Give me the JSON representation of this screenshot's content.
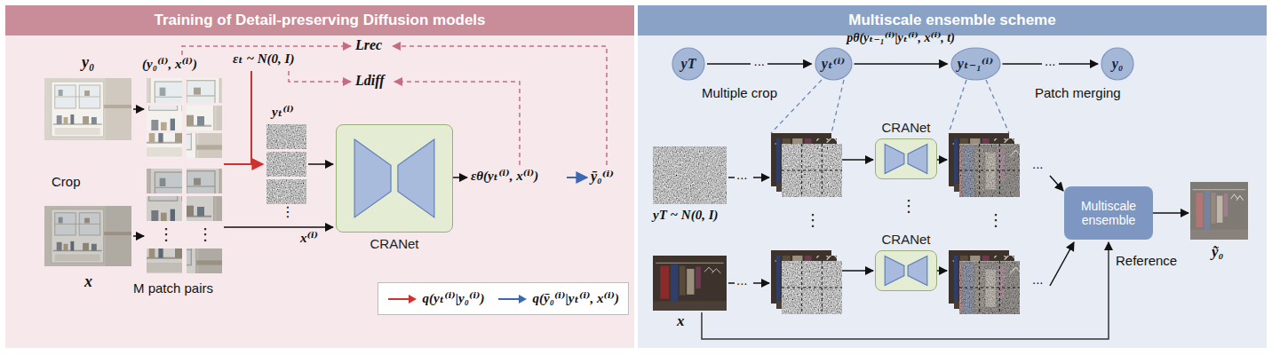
{
  "diagram": {
    "nodes": [
      {
        "text": [
          "Training of Detail-preserving Diffusion models"
        ]
      },
      {
        "text": [
          "Multiscale ensemble scheme"
        ]
      },
      {
        "text": [
          "CRANet"
        ]
      },
      {
        "text": [
          "yT"
        ]
      },
      {
        "text": [
          "yₜ⁽ⁱ⁾"
        ]
      },
      {
        "text": [
          "yₜ₋₁⁽ⁱ⁾"
        ]
      },
      {
        "text": [
          "y₀"
        ]
      },
      {
        "text": [
          "CRANet"
        ]
      },
      {
        "text": [
          "CRANet"
        ]
      },
      {
        "text": [
          "Multiscale ensemble"
        ]
      }
    ],
    "edges": [
      {
        "from": 3,
        "to": 4,
        "arrow": "to",
        "label": "..."
      },
      {
        "from": 4,
        "to": 5,
        "arrow": "to",
        "label": "pθ(yₜ₋₁⁽ⁱ⁾|yₜ⁽ⁱ⁾, x⁽ⁱ⁾, t)"
      },
      {
        "from": 5,
        "to": 6,
        "arrow": "to",
        "label": "..."
      }
    ],
    "labels": [
      "y₀",
      "Crop",
      "x",
      "(y₀⁽ⁱ⁾, x⁽ⁱ⁾)",
      "⋮",
      "⋮",
      "M patch pairs",
      "εₜ ~ N(0, I)",
      "Lrec",
      "Ldiff",
      "yₜ⁽ⁱ⁾",
      "⋮",
      "x⁽ⁱ⁾",
      "εθ(yₜ⁽ⁱ⁾, x⁽ⁱ⁾)",
      "ȳ₀⁽ⁱ⁾",
      "Multiple crop",
      "Patch merging",
      "...",
      "yT ~ N(0, I)",
      "⋮",
      "⋮",
      "⋮",
      "...",
      "x",
      "...",
      "...",
      "Reference",
      "ỹ₀"
    ],
    "legend": [
      {
        "text": "q(yₜ⁽ⁱ⁾|y₀⁽ⁱ⁾)"
      },
      {
        "text": "q(ȳ₀⁽ⁱ⁾|yₜ⁽ⁱ⁾, x⁽ⁱ⁾)"
      }
    ]
  }
}
